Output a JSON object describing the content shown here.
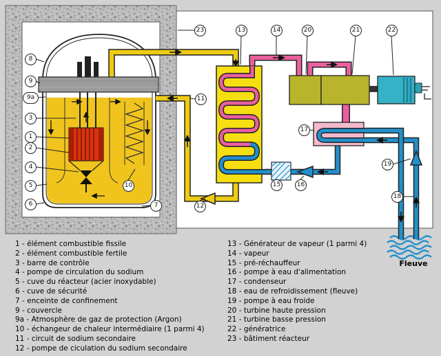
{
  "diagram": {
    "river_label": "Fleuve",
    "badges": {
      "n1": "1",
      "n2": "2",
      "n3": "3",
      "n4": "4",
      "n5": "5",
      "n6": "6",
      "n7": "7",
      "n8": "8",
      "n9": "9",
      "n9a": "9a",
      "n10": "10",
      "n11": "11",
      "n12": "12",
      "n13": "13",
      "n14": "14",
      "n15": "15",
      "n16": "16",
      "n17": "17",
      "n18": "18",
      "n19": "19",
      "n20": "20",
      "n21": "21",
      "n22": "22",
      "n23": "23"
    },
    "colors": {
      "sodium": "#f0c41c",
      "secondary_sodium_pipe": "#eecb14",
      "steam": "#ea5f9e",
      "water": "#2390cb",
      "turbine": "#b8b42c",
      "generator": "#35b2c6",
      "fuel": "#d8330f",
      "concrete": "#bdbdbd",
      "condenser": "#f3b9cd",
      "steam_generator_box": "#f5de12",
      "slab": "#9c9c9c"
    }
  },
  "legend": {
    "left": [
      "1 - élément combustible fissile",
      "2 - élément combustible fertile",
      "3 - barre de contrôle",
      "4 - pompe de circulation du sodium",
      "5 - cuve du réacteur (acier inoxydable)",
      "6 - cuve de sécurité",
      "7 - enceinte de confinement",
      "9 - couvercle",
      "9a - Atmosphère de gaz de protection (Argon)",
      "10 - échangeur de chaleur intermédiaire (1 parmi 4)",
      "11 - circuit de sodium secondaire",
      "12 - pompe de ciculation du sodium secondaire"
    ],
    "right": [
      "13 - Générateur de vapeur (1 parmi 4)",
      "14 - vapeur",
      "15 - pré-réchauffeur",
      "16 - pompe à eau d'alimentation",
      "17 - condenseur",
      "18 - eau de refroidissement (fleuve)",
      "19 - pompe à eau froide",
      "20 - turbine haute pression",
      "21 - turbine basse pression",
      "22 - génératrice",
      "23 - bâtiment réacteur"
    ]
  }
}
